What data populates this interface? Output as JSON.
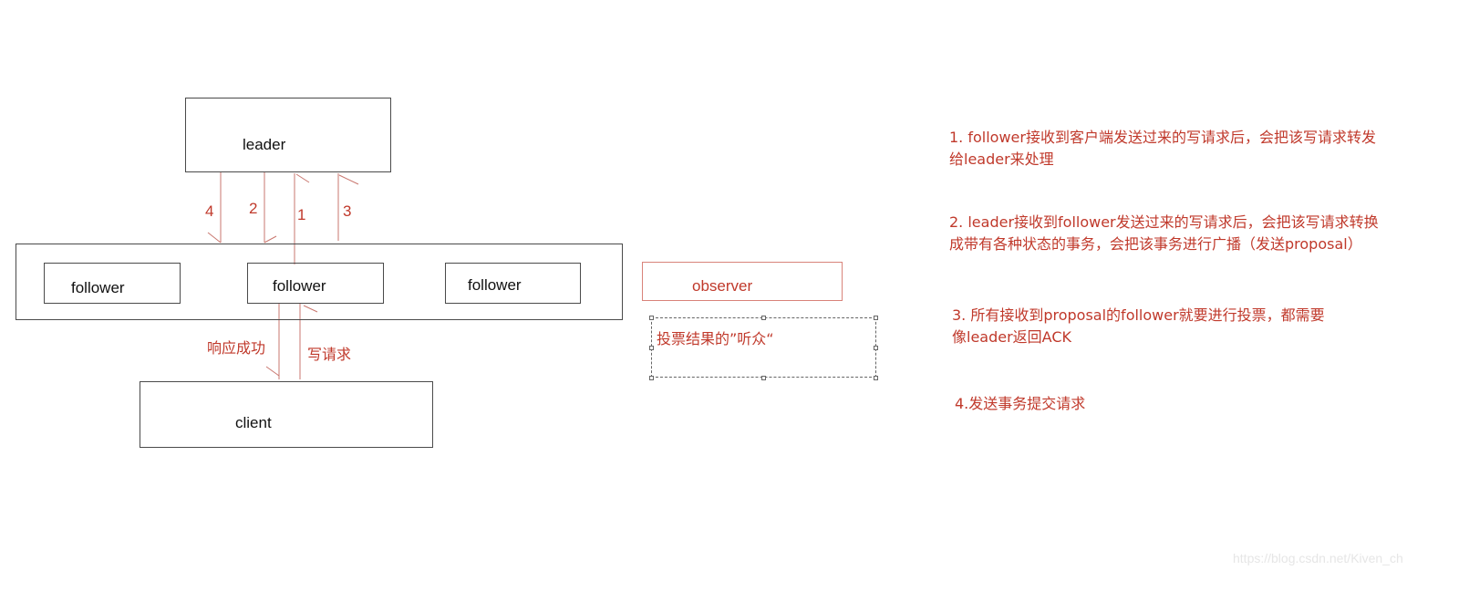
{
  "diagram": {
    "nodes": {
      "leader": "leader",
      "followers": [
        "follower",
        "follower",
        "follower"
      ],
      "client": "client",
      "observer": "observer"
    },
    "arrows": {
      "leader_follower": [
        {
          "label": "4",
          "direction": "leader-to-follower"
        },
        {
          "label": "2",
          "direction": "leader-to-follower"
        },
        {
          "label": "1",
          "direction": "follower-to-leader"
        },
        {
          "label": "3",
          "direction": "follower-to-leader"
        }
      ],
      "follower_client": [
        {
          "label": "响应成功",
          "direction": "follower-to-client"
        },
        {
          "label": "写请求",
          "direction": "client-to-follower"
        }
      ]
    },
    "observer_note": "投票结果的”听众“",
    "colors": {
      "accent": "#c0392b",
      "box_border": "#4a4a4a",
      "observer_border": "#d9837a",
      "arrow": "#c9776f"
    }
  },
  "notes": [
    {
      "line1": "1. follower接收到客户端发送过来的写请求后，会把该写请求转发",
      "line2": "给leader来处理"
    },
    {
      "line1": "2. leader接收到follower发送过来的写请求后，会把该写请求转换",
      "line2": "成带有各种状态的事务，会把该事务进行广播（发送proposal）"
    },
    {
      "line1": "3. 所有接收到proposal的follower就要进行投票，都需要",
      "line2": "像leader返回ACK"
    },
    {
      "line1": "4.发送事务提交请求",
      "line2": ""
    }
  ],
  "watermark": "https://blog.csdn.net/Kiven_ch"
}
